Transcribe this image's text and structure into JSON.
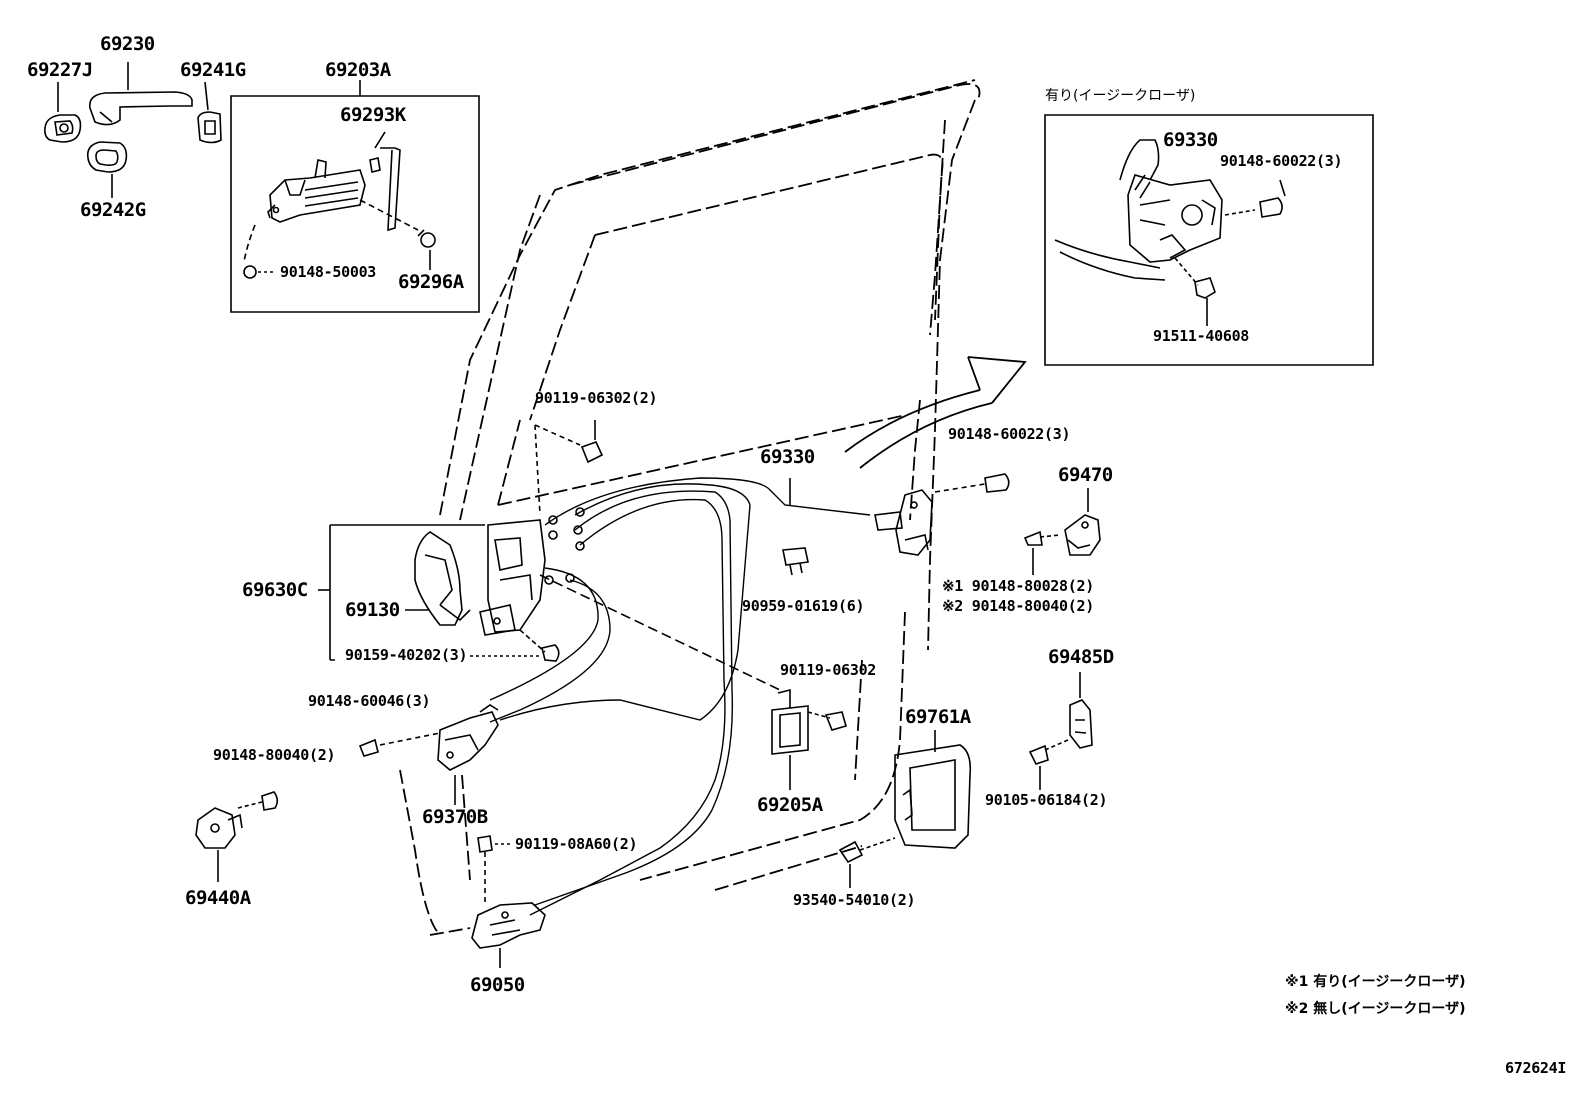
{
  "labels": {
    "p69227J": "69227J",
    "p69230": "69230",
    "p69241G": "69241G",
    "p69242G": "69242G",
    "p69203A": "69203A",
    "p69293K": "69293K",
    "p90148_50003": "90148-50003",
    "p69296A": "69296A",
    "inset_title": "有り(イージークローザ)",
    "p69330_inset": "69330",
    "p90148_60022_inset": "90148-60022(3)",
    "p91511_40608": "91511-40608",
    "p90119_06302_2": "90119-06302(2)",
    "p69330": "69330",
    "p90148_60022": "90148-60022(3)",
    "p69470": "69470",
    "p90148_80028": "※1 90148-80028(2)",
    "p90148_80040_note": "※2 90148-80040(2)",
    "p69630C": "69630C",
    "p69130": "69130",
    "p90159_40202": "90159-40202(3)",
    "p90959_01619": "90959-01619(6)",
    "p90119_06302": "90119-06302",
    "p69485D": "69485D",
    "p90148_60046": "90148-60046(3)",
    "p90148_80040": "90148-80040(2)",
    "p69761A": "69761A",
    "p69205A": "69205A",
    "p90105_06184": "90105-06184(2)",
    "p69370B": "69370B",
    "p90119_08A60": "90119-08A60(2)",
    "p69440A": "69440A",
    "p93540_54010": "93540-54010(2)",
    "p69050": "69050",
    "note1": "※1 有り(イージークローザ)",
    "note2": "※2 無し(イージークローザ)",
    "figure_id": "672624I"
  }
}
